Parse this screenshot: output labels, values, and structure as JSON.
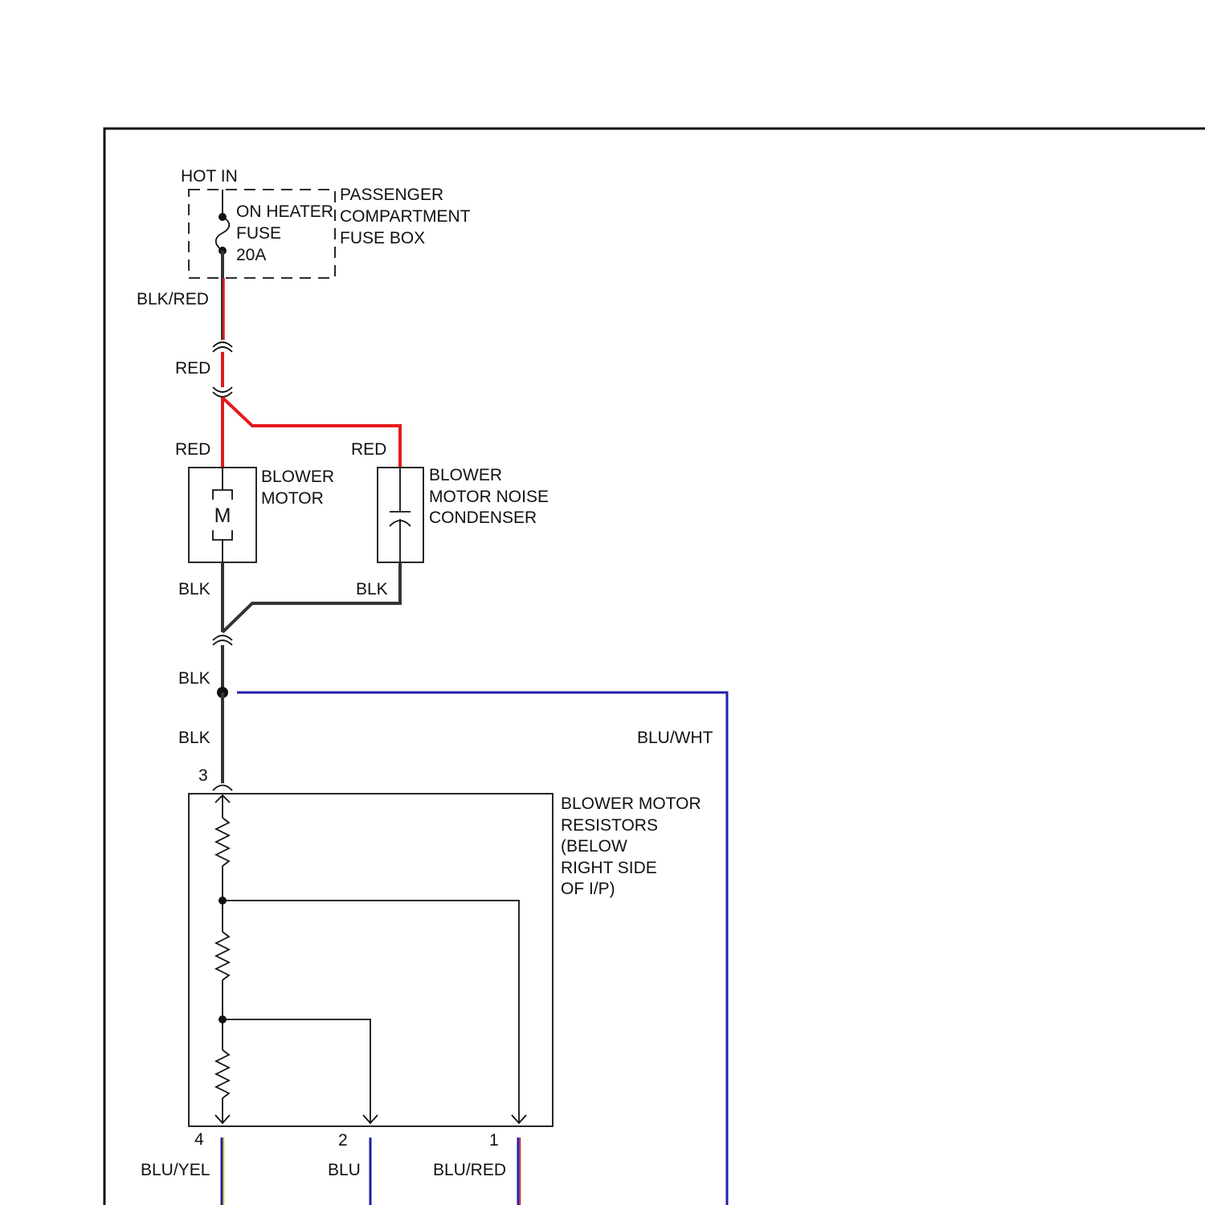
{
  "colors": {
    "red_wire": "#e41a1c",
    "black_wire": "#333333",
    "blue_wire": "#1f1fa8"
  },
  "labels": {
    "hot_in": "HOT IN",
    "fuse_lines": [
      "ON HEATER",
      "FUSE",
      "20A"
    ],
    "fuse_box_lines": [
      "PASSENGER",
      "COMPARTMENT",
      "FUSE BOX"
    ],
    "blower_motor_lines": [
      "BLOWER",
      "MOTOR"
    ],
    "motor_symbol": "M",
    "condenser_lines": [
      "BLOWER",
      "MOTOR NOISE",
      "CONDENSER"
    ],
    "resistors_lines": [
      "BLOWER MOTOR",
      "RESISTORS",
      "(BELOW",
      "RIGHT SIDE",
      "OF I/P)"
    ]
  },
  "wires": {
    "blk_red": "BLK/RED",
    "red_connector": "RED",
    "red_motor": "RED",
    "red_condenser": "RED",
    "blk_motor": "BLK",
    "blk_condenser": "BLK",
    "blk_upper": "BLK",
    "blk_lower": "BLK",
    "blu_wht": "BLU/WHT",
    "blu_yel": "BLU/YEL",
    "blu": "BLU",
    "blu_red": "BLU/RED"
  },
  "pins": {
    "p3": "3",
    "p4": "4",
    "p2": "2",
    "p1": "1"
  }
}
